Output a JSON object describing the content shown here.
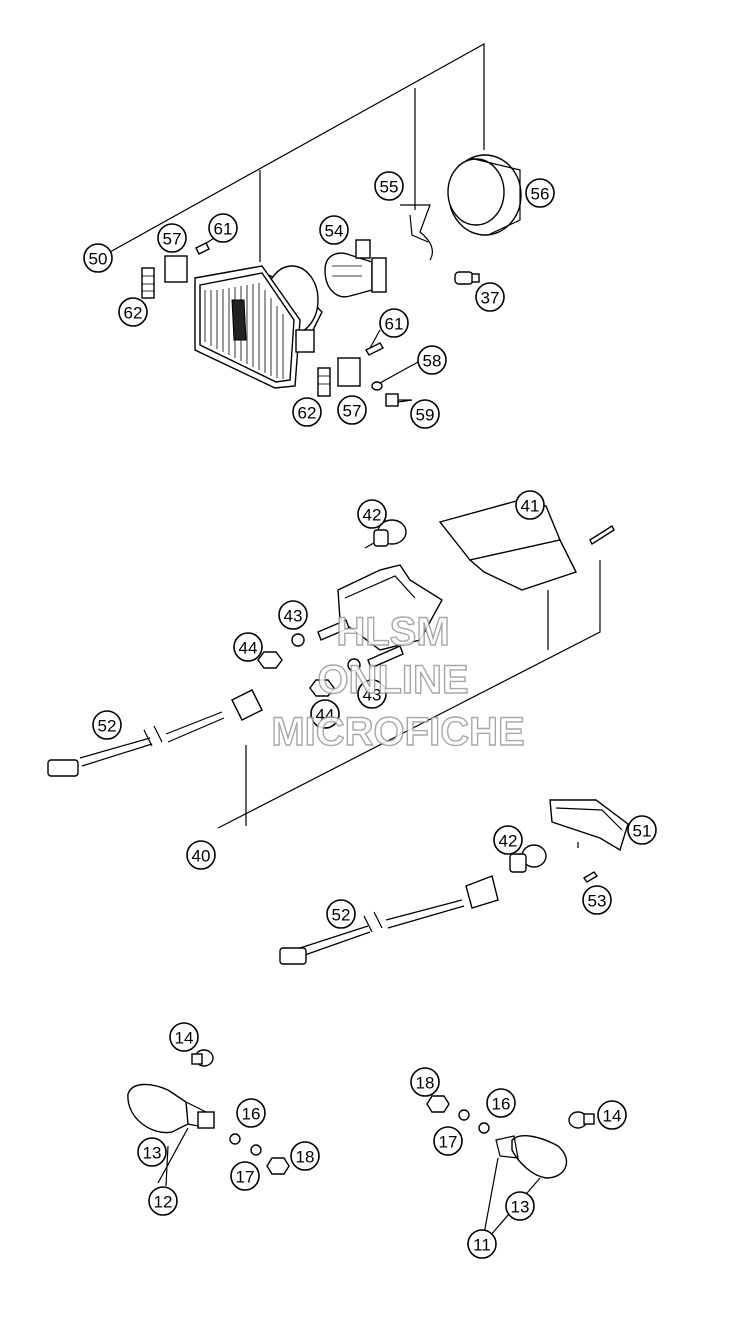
{
  "callouts": [
    "50",
    "57",
    "61",
    "62",
    "54",
    "55",
    "56",
    "37",
    "61",
    "58",
    "62",
    "57",
    "59",
    "42",
    "41",
    "43",
    "44",
    "43",
    "44",
    "52",
    "40",
    "42",
    "51",
    "53",
    "52",
    "14",
    "13",
    "12",
    "16",
    "17",
    "18",
    "18",
    "16",
    "17",
    "14",
    "13",
    "11"
  ],
  "watermark": {
    "line1": "HLSM",
    "line2": "ONLINE",
    "line3": "MICROFICHE",
    "color": "#9a9a9a"
  }
}
